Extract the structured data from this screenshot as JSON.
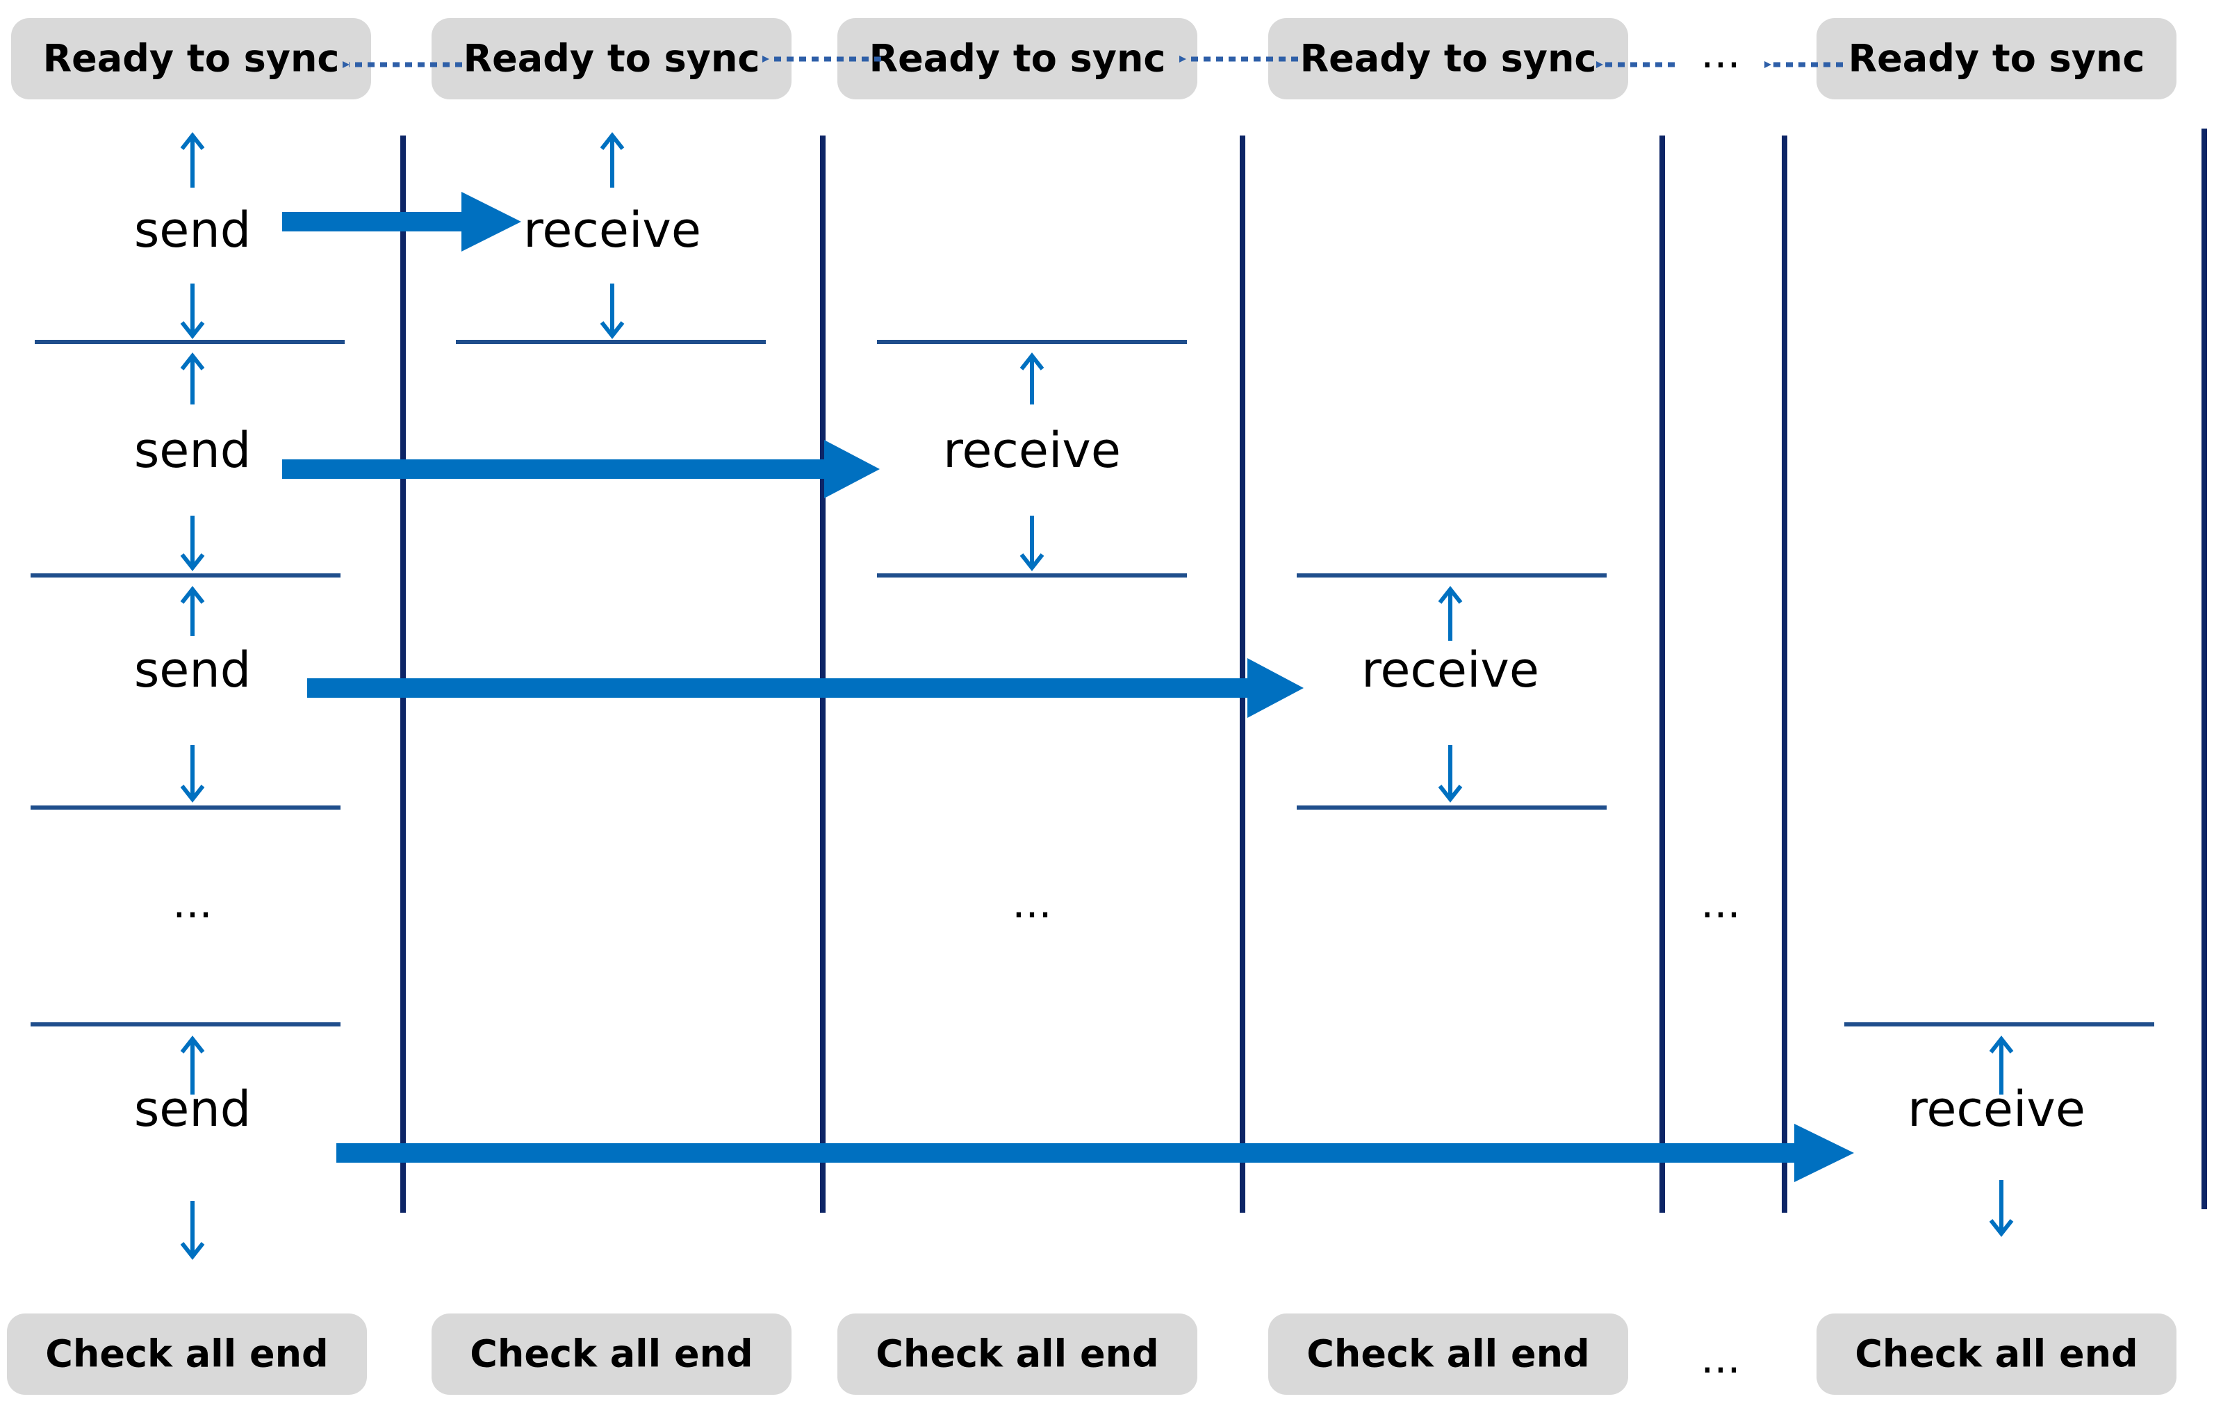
{
  "diagram": {
    "ready_boxes": [
      "Ready to sync",
      "Ready to sync",
      "Ready to sync",
      "Ready to sync",
      "Ready to sync"
    ],
    "check_boxes": [
      "Check all end",
      "Check all end",
      "Check all end",
      "Check all end",
      "Check all end"
    ],
    "ellipsis": "...",
    "send_label": "send",
    "receive_label": "receive",
    "colors": {
      "box_fill": "#d9d9d9",
      "arrow_blue": "#0070c0",
      "sync_arrow": "#2e5fa8",
      "lane_line": "#0d2566",
      "block_line": "#1f4e8c"
    }
  }
}
